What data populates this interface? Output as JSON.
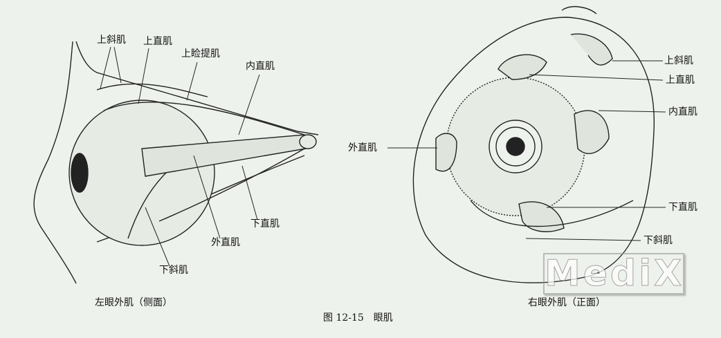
{
  "left_view": {
    "caption": "左眼外肌（侧面）",
    "labels": {
      "superior_oblique": "上斜肌",
      "superior_rectus": "上直肌",
      "levator": "上睑提肌",
      "medial_rectus": "内直肌",
      "inferior_rectus": "下直肌",
      "lateral_rectus": "外直肌",
      "inferior_oblique": "下斜肌"
    }
  },
  "right_view": {
    "caption": "右眼外肌（正面）",
    "labels": {
      "superior_oblique": "上斜肌",
      "superior_rectus": "上直肌",
      "medial_rectus": "内直肌",
      "lateral_rectus": "外直肌",
      "inferior_rectus": "下直肌",
      "inferior_oblique": "下斜肌"
    }
  },
  "figure_caption": "图 12-15　眼肌",
  "watermark": "MediX"
}
